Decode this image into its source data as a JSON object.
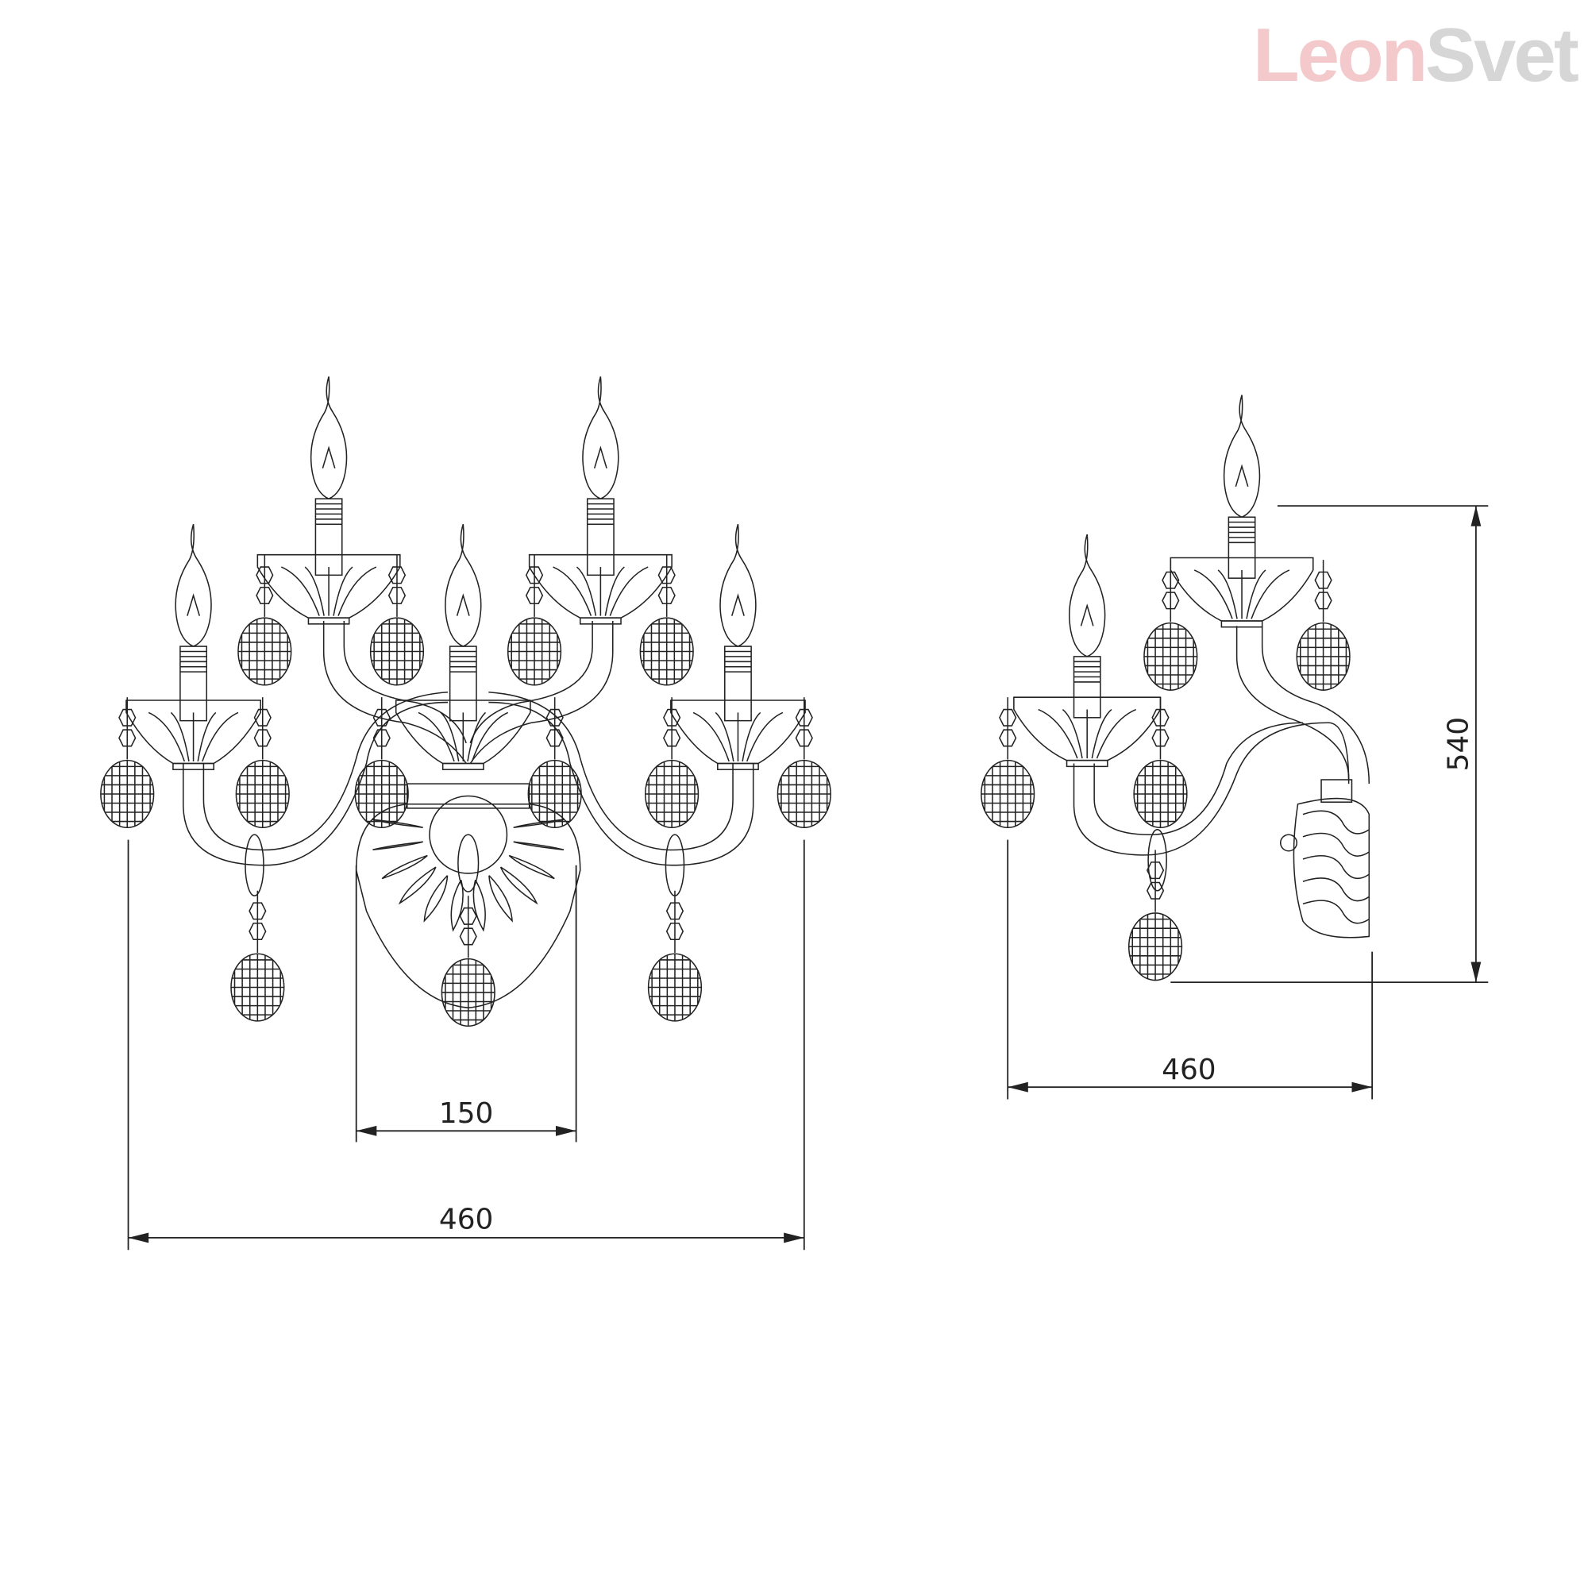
{
  "logo": {
    "part1": "Leon",
    "part2": "Svet",
    "color1": "#f3c9cc",
    "color2": "#d6d6d6"
  },
  "front_view": {
    "dim_backplate_width": "150",
    "dim_total_width": "460",
    "lamp_count": 5
  },
  "side_view": {
    "dim_depth": "460",
    "dim_height": "540",
    "lamp_count": 2
  },
  "colors": {
    "line": "#222222",
    "background": "#ffffff"
  }
}
